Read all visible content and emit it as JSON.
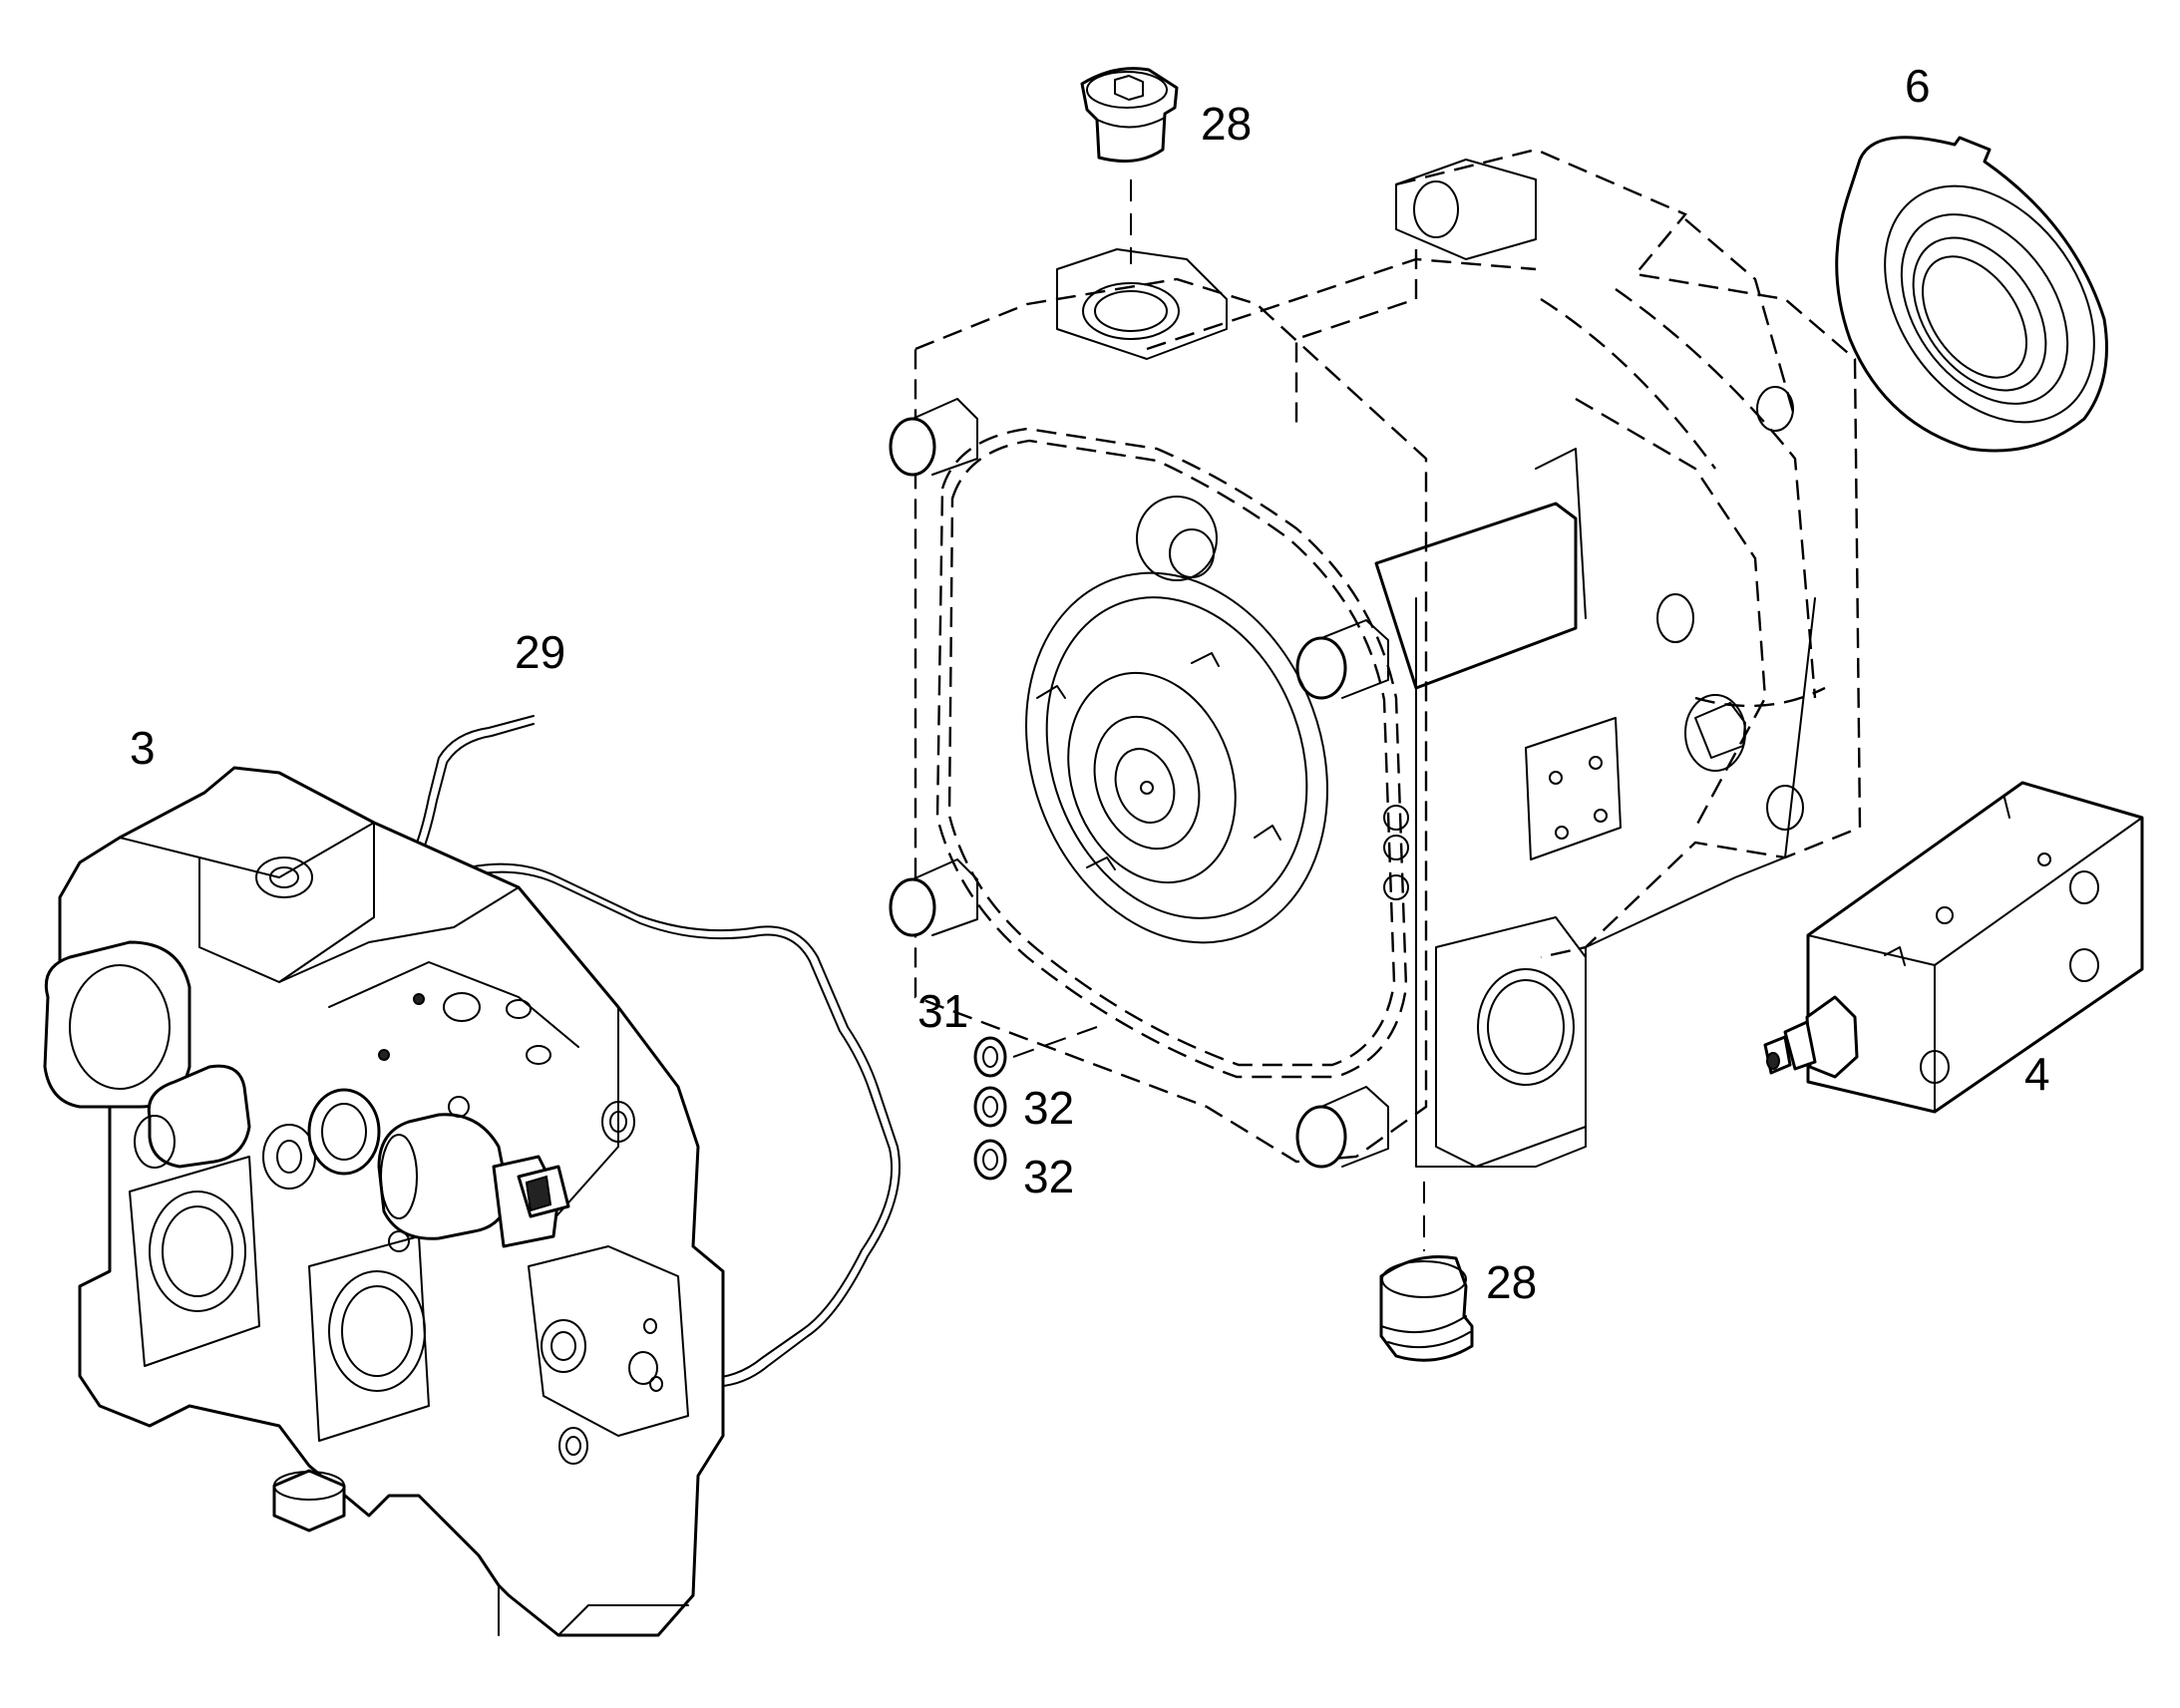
{
  "callouts": {
    "c28_top": "28",
    "c6": "6",
    "c29": "29",
    "c3": "3",
    "c31": "31",
    "c32_a": "32",
    "c32_b": "32",
    "c4": "4",
    "c28_bottom": "28"
  }
}
